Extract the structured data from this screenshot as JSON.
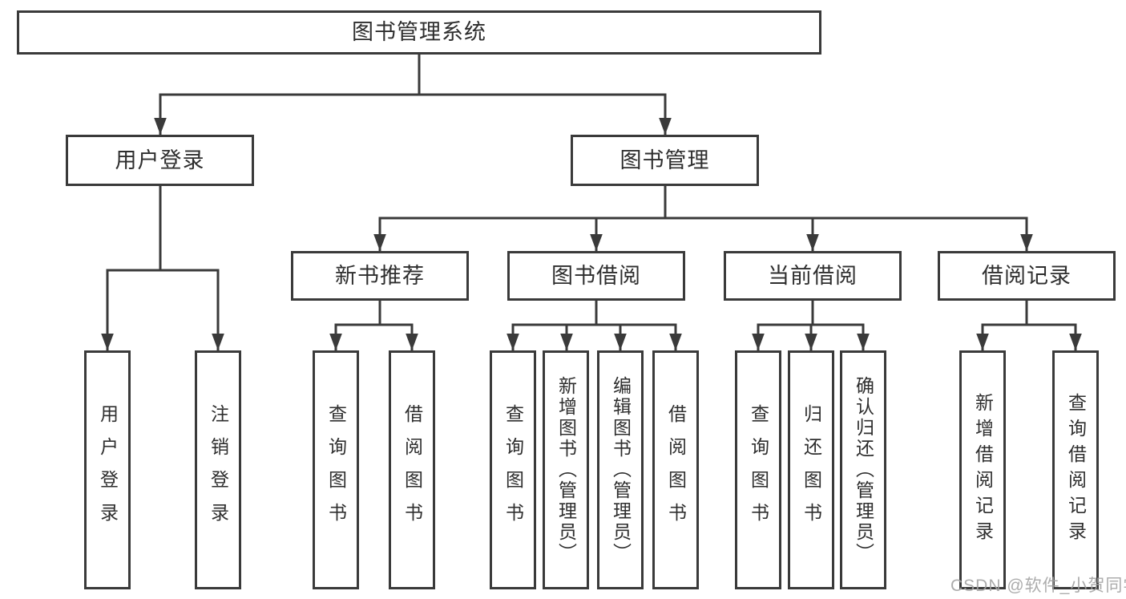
{
  "diagram_title": "图书管理系统",
  "watermark": "CSDN @软件_小贺同学",
  "colors": {
    "line": "#3a3a3a",
    "box_border": "#3a3a3a",
    "box_fill": "#ffffff",
    "text": "#2e2e2e",
    "background": "#ffffff",
    "watermark": "#a3a3a3"
  },
  "tree": {
    "label": "图书管理系统",
    "children": [
      {
        "label": "用户登录",
        "children": [
          {
            "label": "用户登录"
          },
          {
            "label": "注销登录"
          }
        ]
      },
      {
        "label": "图书管理",
        "children": [
          {
            "label": "新书推荐",
            "children": [
              {
                "label": "查询图书"
              },
              {
                "label": "借阅图书"
              }
            ]
          },
          {
            "label": "图书借阅",
            "children": [
              {
                "label": "查询图书"
              },
              {
                "label": "新增图书（管理员）"
              },
              {
                "label": "编辑图书（管理员）"
              },
              {
                "label": "借阅图书"
              }
            ]
          },
          {
            "label": "当前借阅",
            "children": [
              {
                "label": "查询图书"
              },
              {
                "label": "归还图书"
              },
              {
                "label": "确认归还（管理员）"
              }
            ]
          },
          {
            "label": "借阅记录",
            "children": [
              {
                "label": "新增借阅记录"
              },
              {
                "label": "查询借阅记录"
              }
            ]
          }
        ]
      }
    ]
  }
}
